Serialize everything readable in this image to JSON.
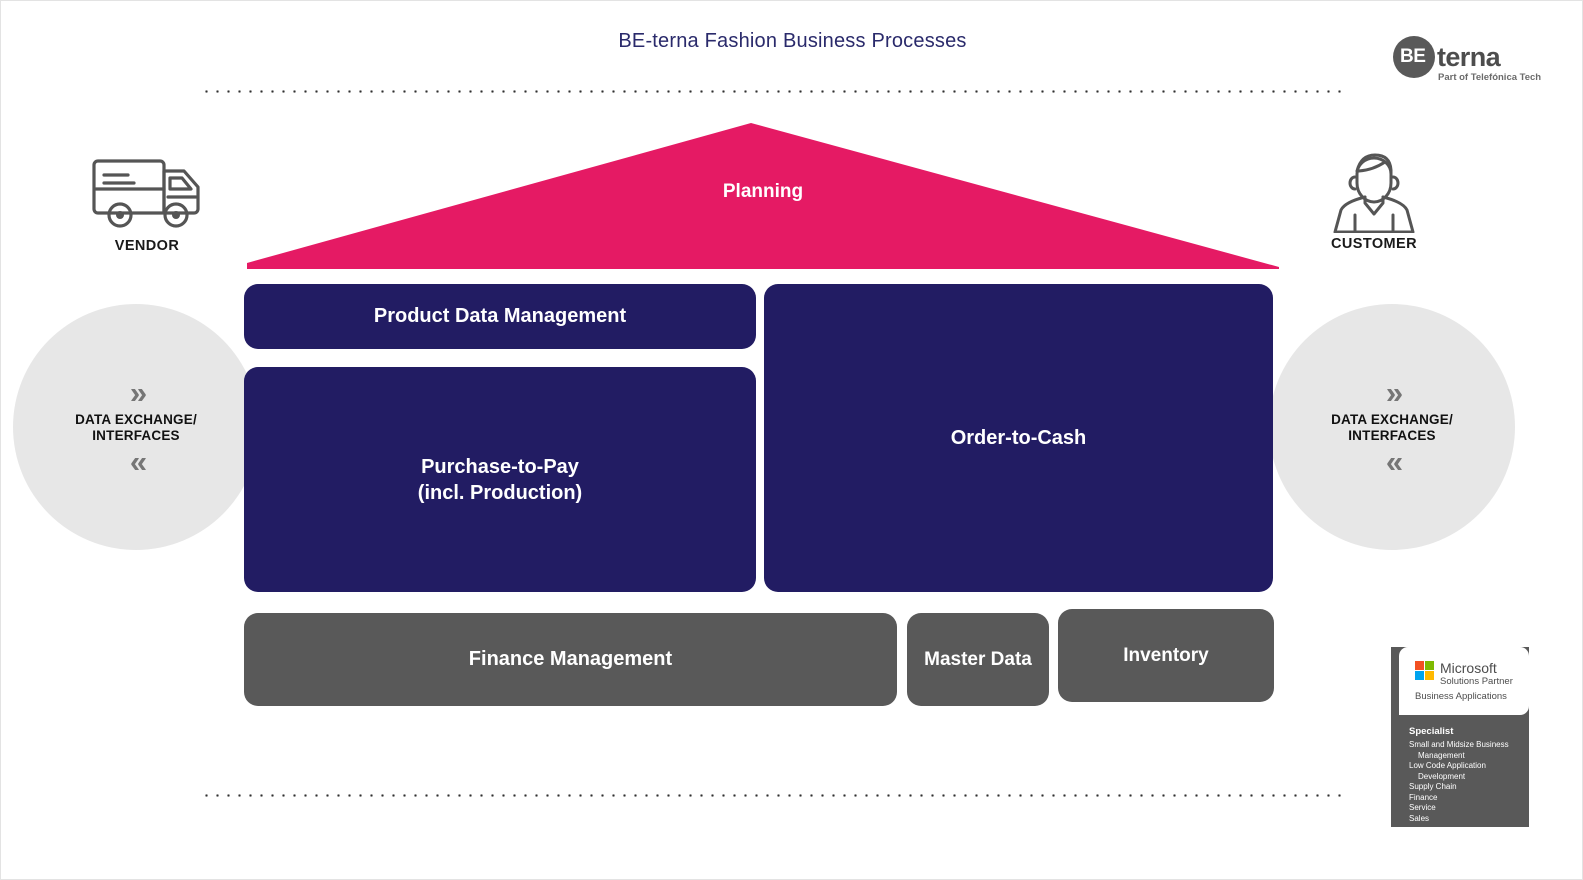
{
  "page": {
    "title": "BE-terna Fashion Business Processes",
    "background_color": "#ffffff",
    "title_color": "#2a2a6b"
  },
  "brand_logo": {
    "mark_text": "BE",
    "word_text": "terna",
    "tagline": "Part of Telefónica Tech",
    "circle_color": "#595959",
    "word_color": "#4d4d4d"
  },
  "actors": {
    "vendor": {
      "label": "VENDOR",
      "icon": "delivery-truck-icon"
    },
    "customer": {
      "label": "CUSTOMER",
      "icon": "person-bust-icon"
    }
  },
  "data_exchange": {
    "left": {
      "line1": "DATA EXCHANGE/",
      "line2": "INTERFACES",
      "chevron_forward": "»",
      "chevron_back": "«"
    },
    "right": {
      "line1": "DATA EXCHANGE/",
      "line2": "INTERFACES",
      "chevron_forward": "»",
      "chevron_back": "«"
    },
    "circle_color": "#e7e7e7"
  },
  "roof": {
    "label": "Planning",
    "color": "#e51a64"
  },
  "pillars": {
    "product_data_management": {
      "label": "Product Data Management",
      "color": "#221c63"
    },
    "purchase_to_pay": {
      "line1": "Purchase-to-Pay",
      "line2": "(incl. Production)",
      "color": "#221c63"
    },
    "order_to_cash": {
      "label": "Order-to-Cash",
      "color": "#221c63"
    }
  },
  "foundation": {
    "finance_management": {
      "label": "Finance Management",
      "color": "#595959"
    },
    "master_data": {
      "label": "Master Data",
      "color": "#595959"
    },
    "inventory": {
      "label": "Inventory",
      "color": "#595959"
    }
  },
  "ms_badge": {
    "name": "Microsoft",
    "subtitle": "Solutions Partner",
    "category": "Business Applications",
    "specialist_title": "Specialist",
    "specialist_items": [
      "Small and Midsize Business",
      "Management",
      "Low Code Application",
      "Development",
      "Supply Chain",
      "Finance",
      "Service",
      "Sales"
    ],
    "panel_color": "#595959"
  }
}
